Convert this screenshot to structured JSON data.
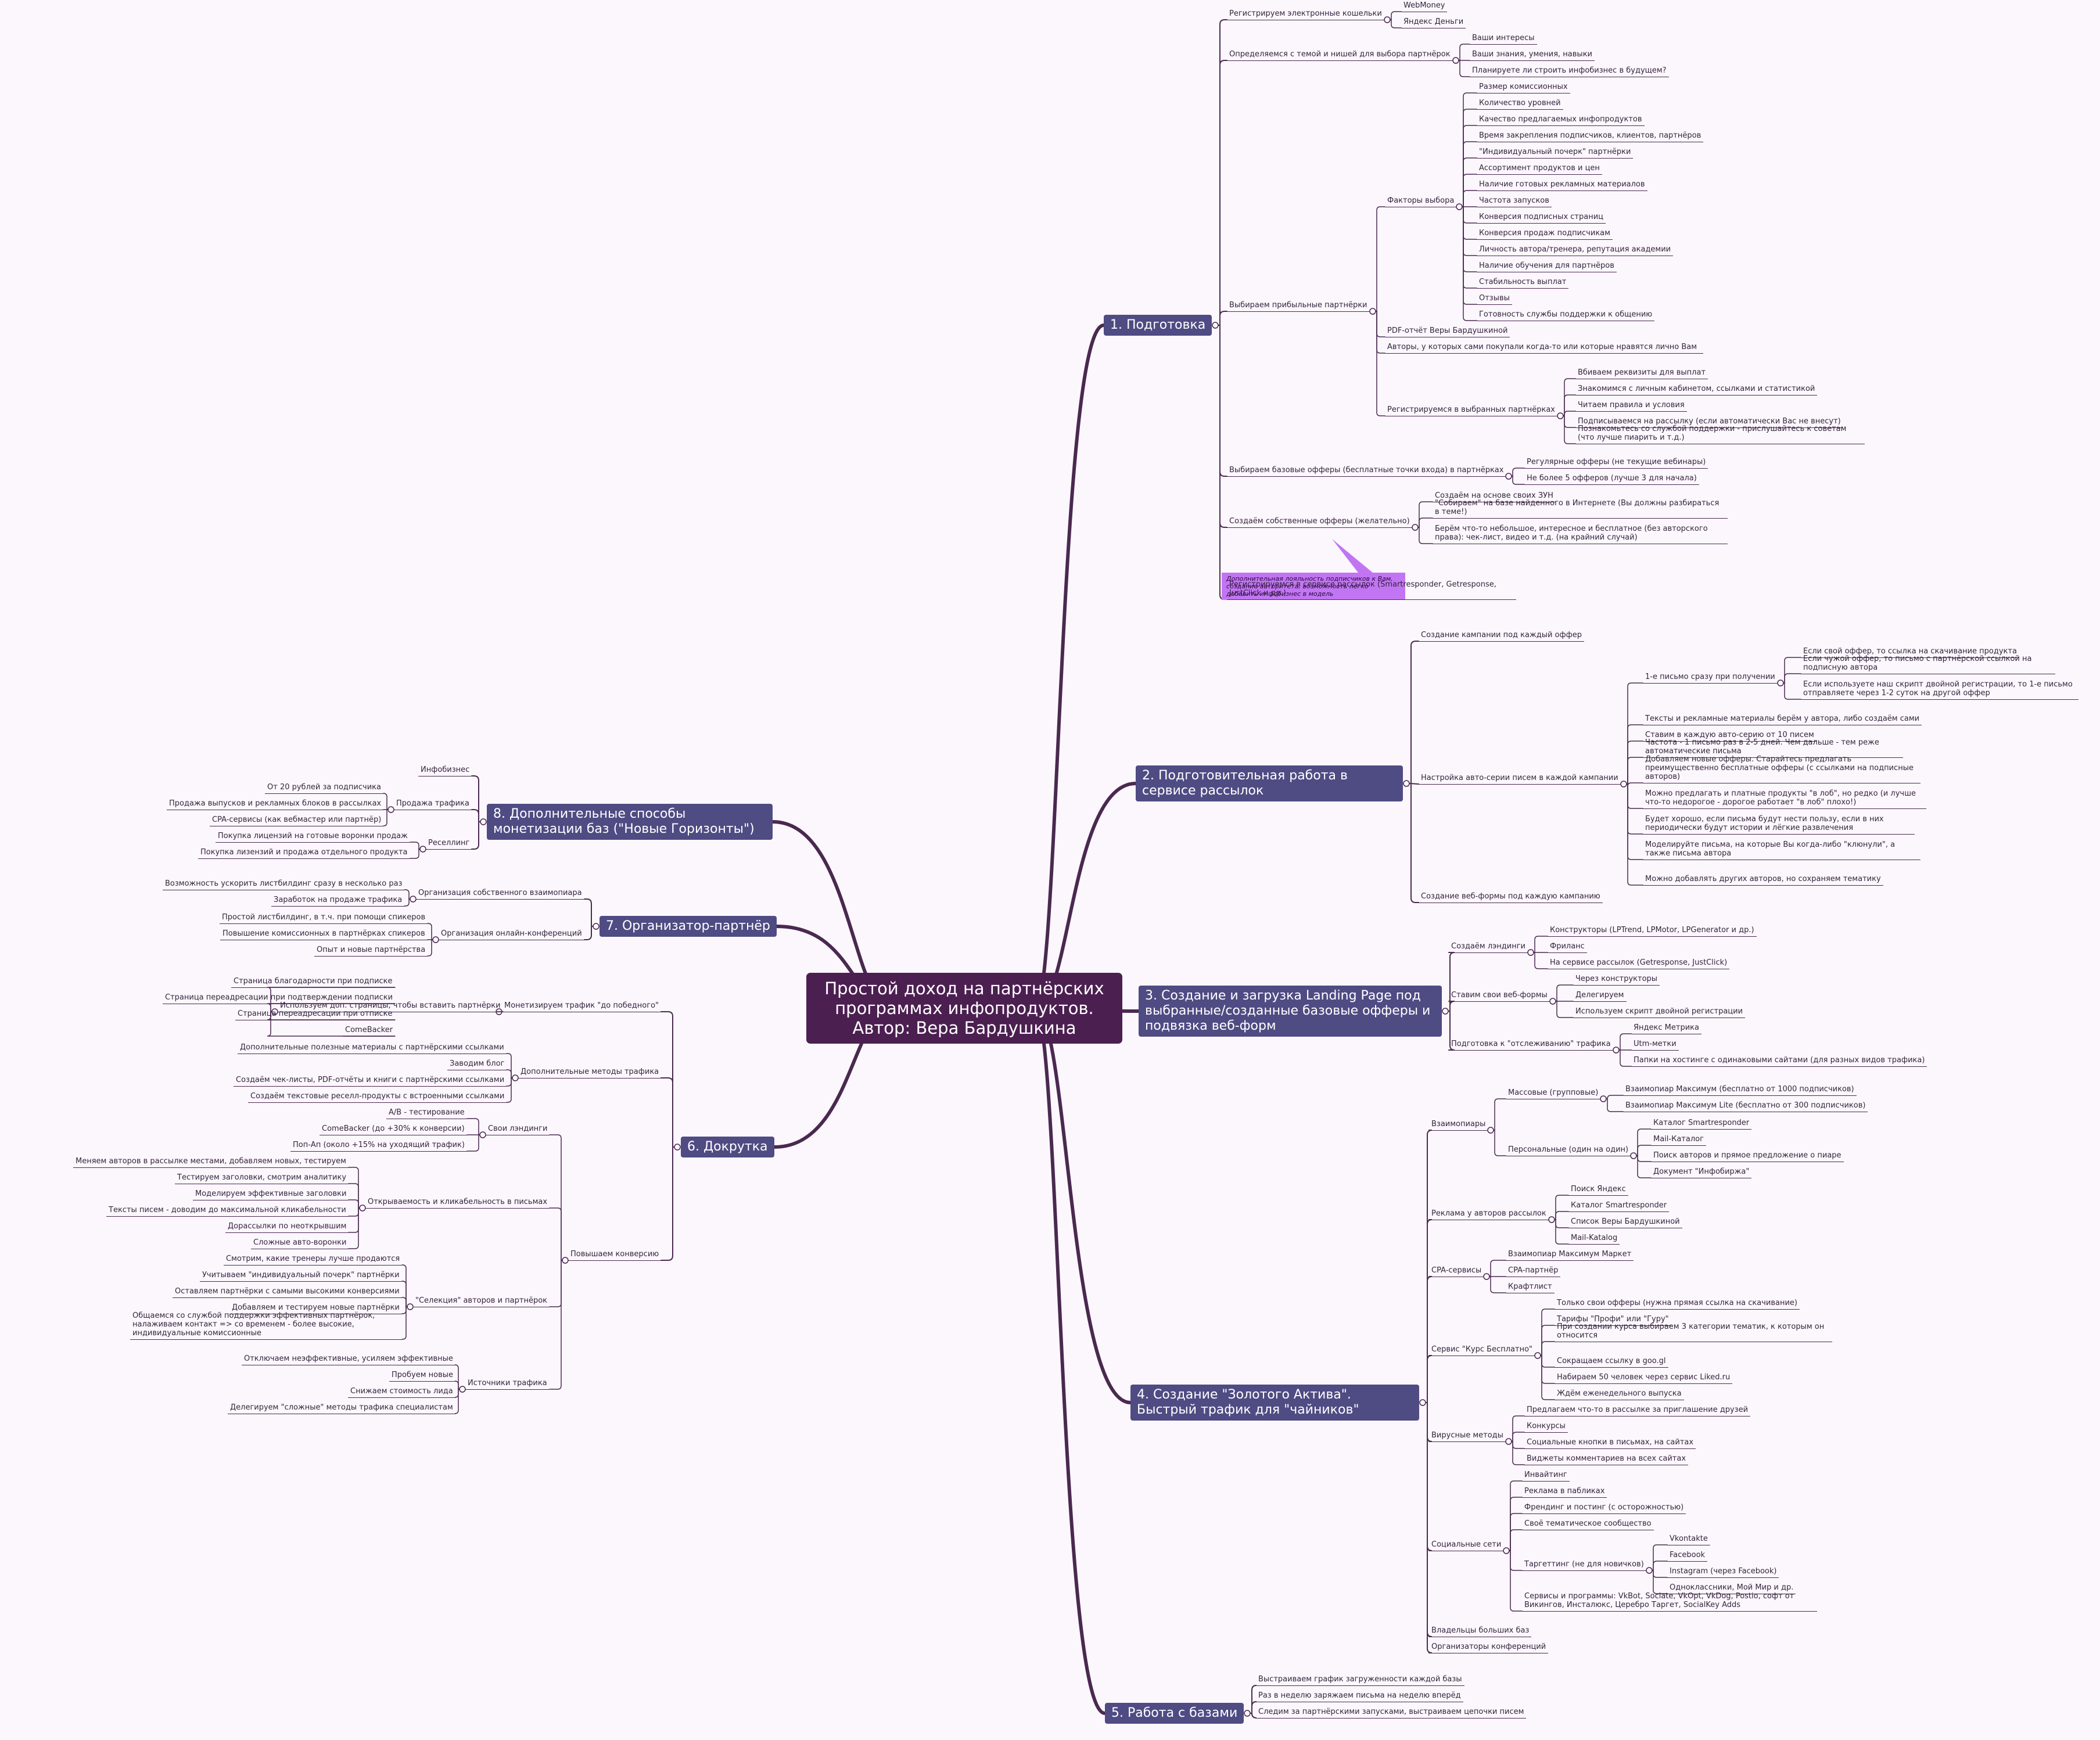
{
  "root": "Простой доход на партнёрских программах инфопродуктов. Автор: Вера Бардушкина",
  "branches": [
    {
      "label": "1. Подготовка",
      "side": "right",
      "children": [
        {
          "label": "Регистрируем электронные кошельки",
          "children": [
            {
              "label": "WebMoney"
            },
            {
              "label": "Яндекс Деньги"
            }
          ]
        },
        {
          "label": "Определяемся с темой и нишей для выбора партнёрок",
          "children": [
            {
              "label": "Ваши интересы"
            },
            {
              "label": "Ваши знания, умения, навыки"
            },
            {
              "label": "Планируете ли строить инфобизнес в будущем?"
            }
          ]
        },
        {
          "label": "Выбираем прибыльные партнёрки",
          "children": [
            {
              "label": "Факторы выбора",
              "children": [
                {
                  "label": "Размер комиссионных"
                },
                {
                  "label": "Количество уровней"
                },
                {
                  "label": "Качество предлагаемых инфопродуктов"
                },
                {
                  "label": "Время закрепления подписчиков, клиентов, партнёров"
                },
                {
                  "label": "\"Индивидуальный почерк\" партнёрки"
                },
                {
                  "label": "Ассортимент продуктов и цен"
                },
                {
                  "label": "Наличие готовых рекламных материалов"
                },
                {
                  "label": "Частота запусков"
                },
                {
                  "label": "Конверсия подписных страниц"
                },
                {
                  "label": "Конверсия продаж подписчикам"
                },
                {
                  "label": "Личность автора/тренера, репутация академии"
                },
                {
                  "label": "Наличие обучения для партнёров"
                },
                {
                  "label": "Стабильность выплат"
                },
                {
                  "label": "Отзывы"
                },
                {
                  "label": "Готовность службы поддержки к общению"
                }
              ]
            },
            {
              "label": "PDF-отчёт Веры Бардушкиной"
            },
            {
              "label": "Авторы, у которых сами покупали когда-то или которые нравятся лично Вам"
            },
            {
              "label": "Регистрируемся в выбранных партнёрках",
              "children": [
                {
                  "label": "Вбиваем реквизиты для выплат"
                },
                {
                  "label": "Знакомимся с личным кабинетом, ссылками и статистикой"
                },
                {
                  "label": "Читаем правила и условия"
                },
                {
                  "label": "Подписываемся на рассылку (если автоматически Вас не внесут)"
                },
                {
                  "label": "Познакомьтесь со службой поддержки - прислушайтесь к советам (что лучше пиарить и т.д.)"
                }
              ]
            }
          ]
        },
        {
          "label": "Выбираем базовые офферы (бесплатные точки входа) в партнёрках",
          "children": [
            {
              "label": "Регулярные офферы (не текущие вебинары)"
            },
            {
              "label": "Не более 5 офферов (лучше 3 для начала)"
            }
          ]
        },
        {
          "label": "Создаём собственные офферы (желательно)",
          "children": [
            {
              "label": "Создаём на основе своих ЗУН"
            },
            {
              "label": "\"Собираем\" на базе найденного в Интернете (Вы должны разбираться в теме!)"
            },
            {
              "label": "Берём что-то небольшое, интересное и бесплатное (без авторского права): чек-лист, видео и т.д. (на крайний случай)"
            }
          ]
        },
        {
          "label": "Регистрируемся в сервисе рассылок (Smartresponder, Getresponse, JustClick и др.)"
        }
      ]
    },
    {
      "label": "2. Подготовительная работа в сервисе рассылок",
      "side": "right",
      "children": [
        {
          "label": "Создание кампании под каждый оффер"
        },
        {
          "label": "Настройка авто-серии писем в каждой кампании",
          "children": [
            {
              "label": "1-е письмо сразу при получении",
              "children": [
                {
                  "label": "Если свой оффер, то ссылка на скачивание продукта"
                },
                {
                  "label": "Если чужой оффер, то письмо с партнёрской ссылкой на подписную автора"
                },
                {
                  "label": "Если используете наш скрипт двойной регистрации, то 1-е письмо отправляете через 1-2 суток на другой оффер"
                }
              ]
            },
            {
              "label": "Тексты и рекламные материалы берём у автора, либо создаём сами"
            },
            {
              "label": "Ставим в каждую авто-серию от 10 писем"
            },
            {
              "label": "Частота - 1 письмо раз в 2-5 дней. Чем дальше - тем реже автоматические письма"
            },
            {
              "label": "Добавляем новые офферы. Старайтесь предлагать преимущественно бесплатные офферы (с ссылками на подписные авторов)"
            },
            {
              "label": "Можно предлагать и платные продукты \"в лоб\", но редко (и лучше что-то недорогое - дорогое работает \"в лоб\" плохо!)"
            },
            {
              "label": "Будет хорошо, если письма будут нести пользу, если в них периодически будут истории и лёгкие развлечения"
            },
            {
              "label": "Моделируйте письма, на которые Вы когда-либо \"клюнули\", а также письма автора"
            },
            {
              "label": "Можно добавлять других авторов, но сохраняем тематику"
            }
          ]
        },
        {
          "label": "Создание веб-формы под каждую кампанию"
        }
      ]
    },
    {
      "label": "3. Создание и загрузка Landing Page под выбранные/созданные базовые офферы и подвязка веб-форм",
      "side": "right",
      "children": [
        {
          "label": "Создаём лэндинги",
          "children": [
            {
              "label": "Конструкторы (LPTrend, LPMotor, LPGenerator и др.)"
            },
            {
              "label": "Фриланс"
            },
            {
              "label": "На сервисе рассылок (Getresponse, JustClick)"
            }
          ]
        },
        {
          "label": "Ставим свои веб-формы",
          "children": [
            {
              "label": "Через конструкторы"
            },
            {
              "label": "Делегируем"
            },
            {
              "label": "Используем скрипт двойной регистрации"
            }
          ]
        },
        {
          "label": "Подготовка к \"отслеживанию\" трафика",
          "children": [
            {
              "label": "Яндекс Метрика"
            },
            {
              "label": "Utm-метки"
            },
            {
              "label": "Папки на хостинге с одинаковыми сайтами (для разных видов трафика)"
            }
          ]
        }
      ]
    },
    {
      "label": "4. Создание \"Золотого Актива\". Быстрый трафик для \"чайников\"",
      "side": "right",
      "children": [
        {
          "label": "Взаимопиары",
          "children": [
            {
              "label": "Массовые (групповые)",
              "children": [
                {
                  "label": "Взаимопиар Максимум (бесплатно от 1000 подписчиков)"
                },
                {
                  "label": "Взаимопиар Максимум Lite (бесплатно от 300 подписчиков)"
                }
              ]
            },
            {
              "label": "Персональные (один на один)",
              "children": [
                {
                  "label": "Каталог Smartresponder"
                },
                {
                  "label": "Mail-Каталог"
                },
                {
                  "label": "Поиск авторов и прямое предложение о пиаре"
                },
                {
                  "label": "Документ \"Инфобиржа\""
                }
              ]
            }
          ]
        },
        {
          "label": "Реклама у авторов рассылок",
          "children": [
            {
              "label": "Поиск Яндекс"
            },
            {
              "label": "Каталог Smartresponder"
            },
            {
              "label": "Список Веры Бардушкиной"
            },
            {
              "label": "Mail-Katalog"
            }
          ]
        },
        {
          "label": "CPA-сервисы",
          "children": [
            {
              "label": "Взаимопиар Максимум Маркет"
            },
            {
              "label": "CPA-партнёр"
            },
            {
              "label": "Крафтлист"
            }
          ]
        },
        {
          "label": "Сервис \"Курс Бесплатно\"",
          "children": [
            {
              "label": "Только свои офферы (нужна прямая ссылка на скачивание)"
            },
            {
              "label": "Тарифы \"Профи\" или \"Гуру\""
            },
            {
              "label": "При создании курса выбираем 3 категории тематик, к которым он относится"
            },
            {
              "label": "Сокращаем ссылку в goo.gl"
            },
            {
              "label": "Набираем 50 человек через сервис Liked.ru"
            },
            {
              "label": "Ждём еженедельного выпуска"
            }
          ]
        },
        {
          "label": "Вирусные методы",
          "children": [
            {
              "label": "Предлагаем что-то в рассылке за приглашение друзей"
            },
            {
              "label": "Конкурсы"
            },
            {
              "label": "Социальные кнопки в письмах, на сайтах"
            },
            {
              "label": "Виджеты комментариев на всех сайтах"
            }
          ]
        },
        {
          "label": "Социальные сети",
          "children": [
            {
              "label": "Инвайтинг"
            },
            {
              "label": "Реклама в пабликах"
            },
            {
              "label": "Френдинг и постинг (с осторожностью)"
            },
            {
              "label": "Своё тематическое сообщество"
            },
            {
              "label": "Таргеттинг (не для новичков)",
              "children": [
                {
                  "label": "Vkontakte"
                },
                {
                  "label": "Facebook"
                },
                {
                  "label": "Instagram (через Facebook)"
                },
                {
                  "label": "Одноклассники, Мой Мир и др."
                }
              ]
            },
            {
              "label": "Сервисы и программы: VkBot, Sociate, VkOpt, VkDog, Postio, софт от Викингов, Инсталюкс, Церебро Таргет, SocialKey Adds"
            }
          ]
        },
        {
          "label": "Владельцы больших баз"
        },
        {
          "label": "Организаторы конференций"
        }
      ]
    },
    {
      "label": "5. Работа с базами",
      "side": "right",
      "children": [
        {
          "label": "Выстраиваем график загруженности каждой базы"
        },
        {
          "label": "Раз в неделю заряжаем письма на неделю вперёд"
        },
        {
          "label": "Следим за партнёрскими запусками, выстраиваем цепочки писем"
        }
      ]
    },
    {
      "label": "6. Докрутка",
      "side": "left",
      "children": [
        {
          "label": "Монетизируем трафик \"до победного\"",
          "children": [
            {
              "label": "Используем доп. страницы, чтобы вставить партнёрки",
              "children": [
                {
                  "label": "Страница благодарности при подписке"
                },
                {
                  "label": "Страница переадресации при подтверждении подписки"
                },
                {
                  "label": "Страница переадресации при отписке"
                },
                {
                  "label": "ComeBacker"
                }
              ]
            }
          ]
        },
        {
          "label": "Дополнительные методы трафика",
          "children": [
            {
              "label": "Дополнительные полезные материалы с партнёрскими ссылками"
            },
            {
              "label": "Заводим блог"
            },
            {
              "label": "Создаём чек-листы, PDF-отчёты и книги с партнёрскими ссылками"
            },
            {
              "label": "Создаём текстовые реселл-продукты с встроенными ссылками"
            }
          ]
        },
        {
          "label": "Повышаем конверсию",
          "children": [
            {
              "label": "Свои лэндинги",
              "children": [
                {
                  "label": "A/B - тестирование"
                },
                {
                  "label": "ComeBacker (до +30% к конверсии)"
                },
                {
                  "label": "Поп-Ап (около +15% на уходящий трафик)"
                }
              ]
            },
            {
              "label": "Открываемость и кликабельность в письмах",
              "children": [
                {
                  "label": "Меняем авторов в рассылке местами, добавляем новых, тестируем"
                },
                {
                  "label": "Тестируем заголовки, смотрим аналитику"
                },
                {
                  "label": "Моделируем эффективные заголовки"
                },
                {
                  "label": "Тексты писем - доводим до максимальной кликабельности"
                },
                {
                  "label": "Дорассылки по неоткрывшим"
                },
                {
                  "label": "Сложные авто-воронки"
                }
              ]
            },
            {
              "label": "\"Селекция\" авторов и партнёрок",
              "children": [
                {
                  "label": "Смотрим, какие тренеры лучше продаются"
                },
                {
                  "label": "Учитываем \"индивидуальный почерк\" партнёрки"
                },
                {
                  "label": "Оставляем партнёрки с самыми высокими конверсиями"
                },
                {
                  "label": "Добавляем и тестируем новые партнёрки"
                },
                {
                  "label": "Общаемся со службой поддержки эффективных партнёрок, налаживаем контакт => со временем - более высокие, индивидуальные комиссионные"
                }
              ]
            },
            {
              "label": "Источники трафика",
              "children": [
                {
                  "label": "Отключаем неэффективные, усиляем эффективные"
                },
                {
                  "label": "Пробуем новые"
                },
                {
                  "label": "Снижаем стоимость лида"
                },
                {
                  "label": "Делегируем \"сложные\" методы трафика специалистам"
                }
              ]
            }
          ]
        }
      ]
    },
    {
      "label": "7. Организатор-партнёр",
      "side": "left",
      "children": [
        {
          "label": "Организация собственного взаимопиара",
          "children": [
            {
              "label": "Возможность ускорить листбилдинг сразу в несколько раз"
            },
            {
              "label": "Заработок на продаже трафика"
            }
          ]
        },
        {
          "label": "Организация онлайн-конференций",
          "children": [
            {
              "label": "Простой листбилдинг, в т.ч. при помощи спикеров"
            },
            {
              "label": "Повышение комиссионных в партнёрках спикеров"
            },
            {
              "label": "Опыт и новые партнёрства"
            }
          ]
        }
      ]
    },
    {
      "label": "8. Дополнительные способы монетизации баз (\"Новые Горизонты\")",
      "side": "left",
      "children": [
        {
          "label": "Инфобизнес"
        },
        {
          "label": "Продажа трафика",
          "children": [
            {
              "label": "От 20 рублей за подписчика"
            },
            {
              "label": "Продажа выпусков и рекламных блоков в рассылках"
            },
            {
              "label": "CPA-сервисы (как вебмастер или партнёр)"
            }
          ]
        },
        {
          "label": "Реселлинг",
          "children": [
            {
              "label": "Покупка лицензий на готовые воронки продаж"
            },
            {
              "label": "Покупка лизензий и продажа отдельного продукта"
            }
          ]
        }
      ]
    }
  ],
  "note": "Дополнительная лояльность подписчиков к Вам, создание авторитета, возможность легко добавить инфобизнес в модель",
  "colors": {
    "background": "#fcf7fd",
    "root": "#4c1f51",
    "branch": "#4f4b83",
    "line": "#4a2950",
    "note": "#c275f3"
  }
}
